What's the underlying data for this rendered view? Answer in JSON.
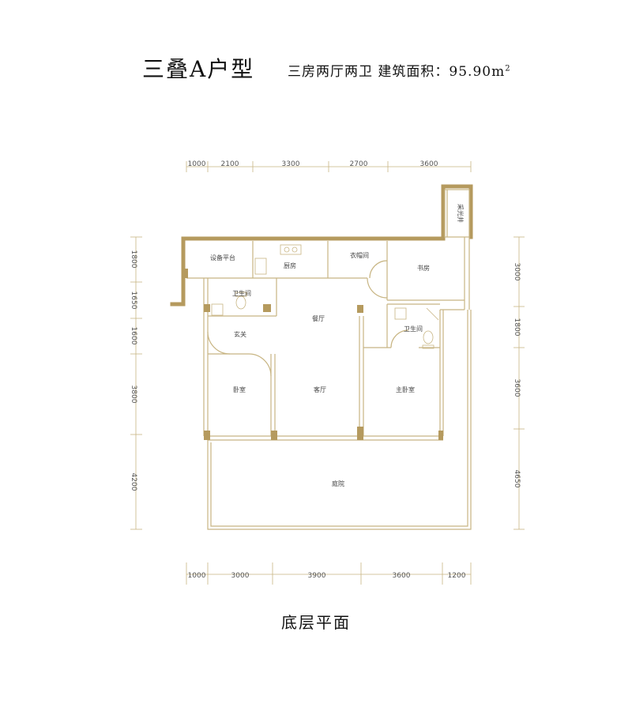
{
  "header": {
    "title": "三叠A户型",
    "subtitle": "三房两厅两卫  建筑面积：95.90m",
    "area_sup": "2"
  },
  "caption": "底层平面",
  "dimensions": {
    "top": [
      "1000",
      "2100",
      "3300",
      "2700",
      "3600"
    ],
    "bottom": [
      "1000",
      "3000",
      "3900",
      "3600",
      "1200"
    ],
    "left": [
      "1800",
      "1650",
      "1600",
      "3800",
      "4200"
    ],
    "right": [
      "3000",
      "1800",
      "3600",
      "4650"
    ]
  },
  "rooms": {
    "equipment_platform": "设备平台",
    "kitchen": "厨房",
    "cloakroom": "衣帽间",
    "study": "书房",
    "skylight_well": "采光井",
    "bathroom_1": "卫生间",
    "dining": "餐厅",
    "bathroom_2": "卫生间",
    "foyer": "玄关",
    "bedroom": "卧室",
    "living": "客厅",
    "master_bedroom": "主卧室",
    "courtyard": "庭院"
  },
  "colors": {
    "wall": "#b59a5e",
    "thin_line": "#c8b583",
    "text": "#111111"
  }
}
